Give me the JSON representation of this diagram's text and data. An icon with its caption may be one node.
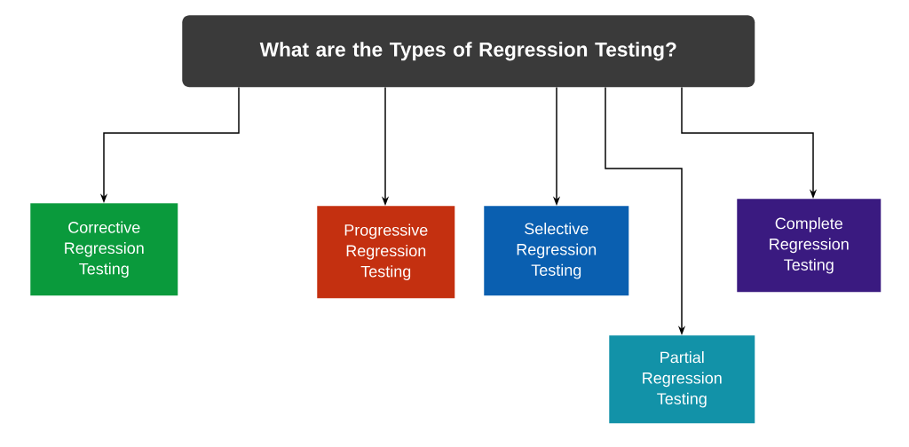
{
  "diagram": {
    "nodes": [
      {
        "text": [
          "What are the Types of Regression Testing?"
        ]
      },
      {
        "text": [
          "Corrective Regression Testing"
        ]
      },
      {
        "text": [
          "Progressive Regression Testing"
        ]
      },
      {
        "text": [
          "Selective Regression Testing"
        ]
      },
      {
        "text": [
          "Partial Regression Testing"
        ]
      },
      {
        "text": [
          "Complete Regression Testing"
        ]
      }
    ],
    "edges": [
      {
        "from": 0,
        "to": 1,
        "arrow": "to"
      },
      {
        "from": 0,
        "to": 2,
        "arrow": "to"
      },
      {
        "from": 0,
        "to": 3,
        "arrow": "to"
      },
      {
        "from": 0,
        "to": 4,
        "arrow": "to"
      },
      {
        "from": 0,
        "to": 5,
        "arrow": "to"
      }
    ]
  }
}
